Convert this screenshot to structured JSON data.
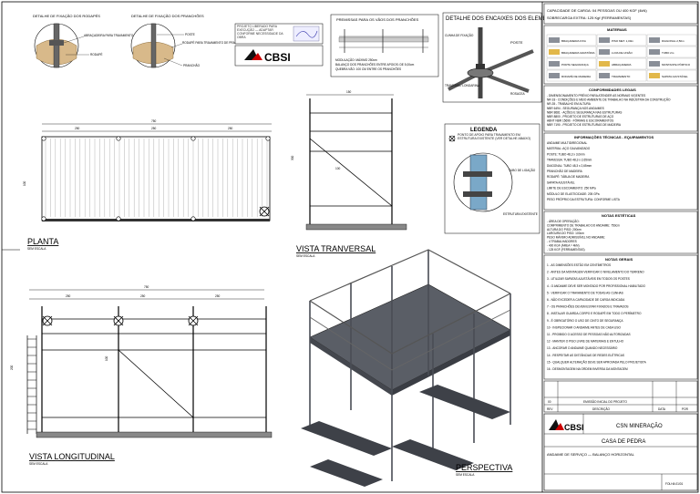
{
  "details": {
    "fix_rodape_title": "DETALHE DE FIXAÇÃO DOS RODAPÉS",
    "fix_rodape_labels": [
      "ABRAÇADEIRA PARA TRAVAMENTO",
      "RODAPÉ"
    ],
    "fix_pranchao_title": "DETALHE DE FIXAÇÃO DOS PRANCHÕES",
    "fix_pranchao_labels": [
      "POSTE",
      "RODAPÉ PARA TRAVAMENTO DE PRANCHÕES",
      "PRANCHÃO"
    ]
  },
  "stamp": {
    "text": "PROJETO LIBERADO PARA EXECUÇÃO — ADAPTAR CONFORME NECESSIDADE DA OBRA"
  },
  "logo": {
    "company": "CBSI"
  },
  "premissas": {
    "title": "PREMISSAS PARA OS VÃOS DOS PRANCHÕES",
    "lines": [
      "MODULAÇÃO: MÁXIMO 250cm",
      "BALANÇO DOS PRANCHÕES ENTRE APOIOS: DE 5,00cm",
      "QUEBRA VÃO: 100 CM ENTRE OS PRANCHÕES"
    ]
  },
  "encaixes": {
    "title": "DETALHE DOS ENCAIXES DOS ELEMENTOS (TIP.)",
    "labels": [
      "CUNHA DE FIXAÇÃO",
      "POSTE",
      "TRAVESSA / LONGARINA",
      "ROSACEA"
    ]
  },
  "capacity": {
    "line1": "CAPACIDADE DE CARGA: 04 PESSOAS OU 400 KGF (4kN)",
    "line2": "SOBRECARGA EXTRA: 125 Kgf (FERRAMENTAS)"
  },
  "materiais": {
    "title": "MATERIAIS",
    "items": [
      "BRAÇADEIRA FIXA",
      "PISO MET. 1,00m",
      "DIAGONAL 2,50m",
      "BRAÇADEIRA GIRATÓRIA",
      "LUVA DE UNIÃO",
      "TUBO 2m",
      "PORTA SEGURANÇA",
      "ABRAÇADEIRA",
      "MONTANTE PÓRTICO",
      "RODAPÉ DE MADEIRA",
      "TRAVAMENTO",
      "SAPATA AJUSTÁVEL"
    ]
  },
  "normas": {
    "title": "CONFORMIDADES LEGAIS",
    "lines": [
      "- DIMENSIONAMENTO PRÉVIO PARA ATENDER AS NORMAS VIGENTES",
      "NR-18 - CONDIÇÕES E MEIO AMBIENTE DE TRABALHO NA INDÚSTRIA DA CONSTRUÇÃO",
      "NR-35 - TRABALHO EM ALTURA",
      "NBR 6494 - SEGURANÇA NOS ANDAIMES",
      "NBR 8681 - AÇÕES E SEGURANÇA NAS ESTRUTURAS",
      "NBR 8800 - PROJETO DE ESTRUTURAS DE AÇO",
      "ABNT NBR 15696 - FÔRMAS E ESCORAMENTOS",
      "NBR 7190 - PROJETO DE ESTRUTURAS DE MADEIRA"
    ]
  },
  "tecnicas": {
    "title": "INFORMAÇÕES TÉCNICAS - EQUIPAMENTOS",
    "lines": [
      "ANDAIME MULTIDIRECIONAL",
      "MATERIAL: AÇO GALVANIZADO",
      "POSTE: TUBO 48,3 x 3,0mm",
      "TRAVESSA: TUBO 48,3 x 2,65mm",
      "DIAGONAL: TUBO 48,3 x 2,65mm",
      "PRANCHÃO DE MADEIRA",
      "RODAPÉ: TÁBUA DE MADEIRA",
      "SAPATA AJUSTÁVEL",
      "LIMITE DE ESCOAMENTO: 250 MPa",
      "MÓDULO DE ELASTICIDADE: 205 GPa",
      "PESO PRÓPRIO DA ESTRUTURA: CONFORME LISTA"
    ]
  },
  "esteticas": {
    "title": "NOTAS ESTÉTICAS",
    "lines": [
      "- ÁREA DE OPERAÇÃO:",
      "COMPRIMENTO DE TRABALHO DO ANDAIME: 750cm",
      "ALTURA DO PISO: 200cm",
      "LARGURA DO PISO: 100cm",
      "PESO MÁXIMO ADMISSÍVEL NO ANDAIME:",
      "- 4 TRABALHADORES",
      "- 400 KGF (ÁREA = 4kN)",
      "- 125 KGF (FERRAMENTAS)"
    ]
  },
  "gerais": {
    "title": "NOTAS GERAIS",
    "lines": [
      "1 - AS DIMENSÕES ESTÃO EM CENTÍMETROS",
      "2 - ANTES DA MONTAGEM VERIFICAR O NIVELAMENTO DO TERRENO",
      "3 - UTILIZAR SAPATAS AJUSTÁVEIS EM TODOS OS POSTES",
      "4 - O ANDAIME DEVE SER MONTADO POR PROFISSIONAL HABILITADO",
      "5 - VERIFICAR O TRAVAMENTO DE TODAS AS CUNHAS",
      "6 - NÃO EXCEDER A CAPACIDADE DE CARGA INDICADA",
      "7 - OS PRANCHÕES DEVEM ESTAR FIXADOS E TRAVADOS",
      "8 - INSTALAR GUARDA-CORPO E RODAPÉ EM TODO O PERÍMETRO",
      "9 - É OBRIGATÓRIO O USO DE CINTO DE SEGURANÇA",
      "10 - INSPECIONAR O ANDAIME ANTES DE CADA USO",
      "11 - PROIBIDO O ACESSO DE PESSOAS NÃO AUTORIZADAS",
      "12 - MANTER O PISO LIVRE DE MATERIAIS E ENTULHO",
      "13 - ANCORAR O ANDAIME QUANDO NECESSÁRIO",
      "14 - RESPEITAR AS DISTÂNCIAS DE REDES ELÉTRICAS",
      "15 - QUALQUER ALTERAÇÃO DEVE SER APROVADA PELO PROJETISTA",
      "16 - DESMONTAGEM NA ORDEM INVERSA DA MONTAGEM"
    ]
  },
  "legend": {
    "title": "LEGENDA",
    "text": "PONTO DE APOIO PARA TRAVAMENTO EM ESTRUTURA EXISTENTE (VER DETALHE ABAIXO)",
    "detail_labels": [
      "TUBO DE LIGAÇÃO",
      "ESTRUTURA EXISTENTE"
    ]
  },
  "views": {
    "planta": "PLANTA",
    "transversal": "VISTA TRANVERSAL",
    "longitudinal": "VISTA LONGITUDINAL",
    "perspectiva": "PERSPECTIVA",
    "scale": "SEM ESCALA"
  },
  "dims": {
    "planta": [
      "750",
      "250",
      "250",
      "250",
      "100"
    ],
    "transversal": [
      "150",
      "100",
      "300"
    ],
    "longitudinal": [
      "750",
      "250",
      "250",
      "250",
      "200",
      "100"
    ]
  },
  "revisions": {
    "headers": [
      "REV",
      "DESCRIÇÃO",
      "DATA",
      "POR"
    ],
    "rows": [
      [
        "00",
        "EMISSÃO INICIAL DO PROJETO",
        "",
        ""
      ]
    ]
  },
  "title_block": {
    "client": "CSN MINERAÇÃO",
    "project": "CASA DE PEDRA",
    "description": "ANDAIME DE SERVIÇO — BALANÇO HORIZONTAL",
    "sheet": "FOLHA 01/01"
  }
}
